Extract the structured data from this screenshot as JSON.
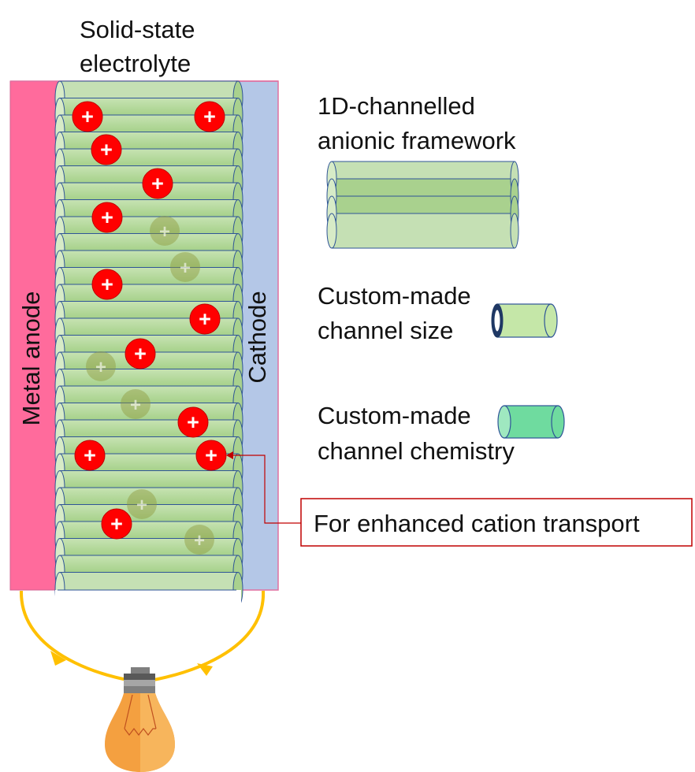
{
  "title": "",
  "labels": {
    "electrolyte_line1": "Solid-state",
    "electrolyte_line2": "electrolyte",
    "anode": "Metal anode",
    "cathode": "Cathode",
    "framework_line1": "1D-channelled",
    "framework_line2": "anionic framework",
    "size_line1": "Custom-made",
    "size_line2": "channel size",
    "chemistry_line1": "Custom-made",
    "chemistry_line2": "channel chemistry",
    "callout": "For enhanced cation transport"
  },
  "cation_symbol": "+",
  "colors": {
    "anode": "#ff6b9c",
    "cathode": "#b4c7e7",
    "channel_fill": "#a9d18e",
    "channel_light": "#c5e0b4",
    "channel_edge": "#2f5597",
    "chemistry_fill": "#70dba0",
    "cation": "#ff0000",
    "cation_faded": "#8f9a3c",
    "callout_border": "#c00000",
    "circuit": "#ffc000",
    "bulb": "#f4a040"
  }
}
